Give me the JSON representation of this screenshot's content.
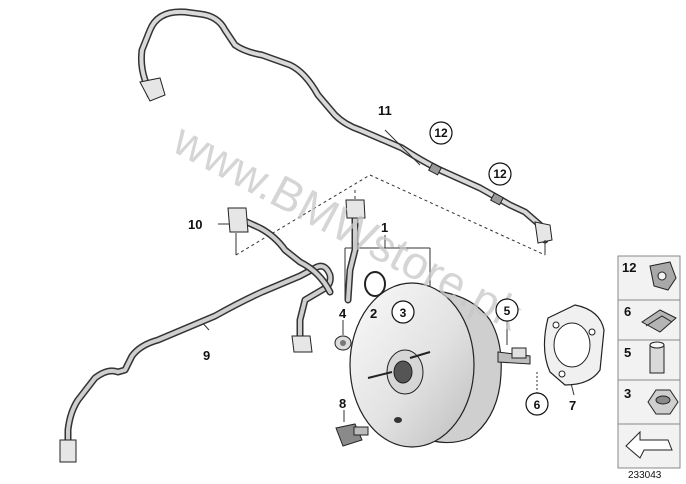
{
  "labels": {
    "n1": "1",
    "n2": "2",
    "n3": "3",
    "n4": "4",
    "n5": "5",
    "n6": "6",
    "n7": "7",
    "n8": "8",
    "n9": "9",
    "n10": "10",
    "n11": "11",
    "n12a": "12",
    "n12b": "12"
  },
  "legend": {
    "items": [
      {
        "label": "12",
        "icon": "hose-clamp-icon"
      },
      {
        "label": "6",
        "icon": "retaining-clip-icon"
      },
      {
        "label": "5",
        "icon": "sleeve-icon"
      },
      {
        "label": "3",
        "icon": "hex-nut-icon"
      }
    ],
    "arrow_icon": "direction-arrow-icon"
  },
  "watermark": "www.BMWstore.pk",
  "diagram_number": "233043",
  "colors": {
    "line": "#222222",
    "pipe": "#5a5a5a",
    "part_fill": "#e8e8e8",
    "legend_bg": "#f2f2f2"
  }
}
